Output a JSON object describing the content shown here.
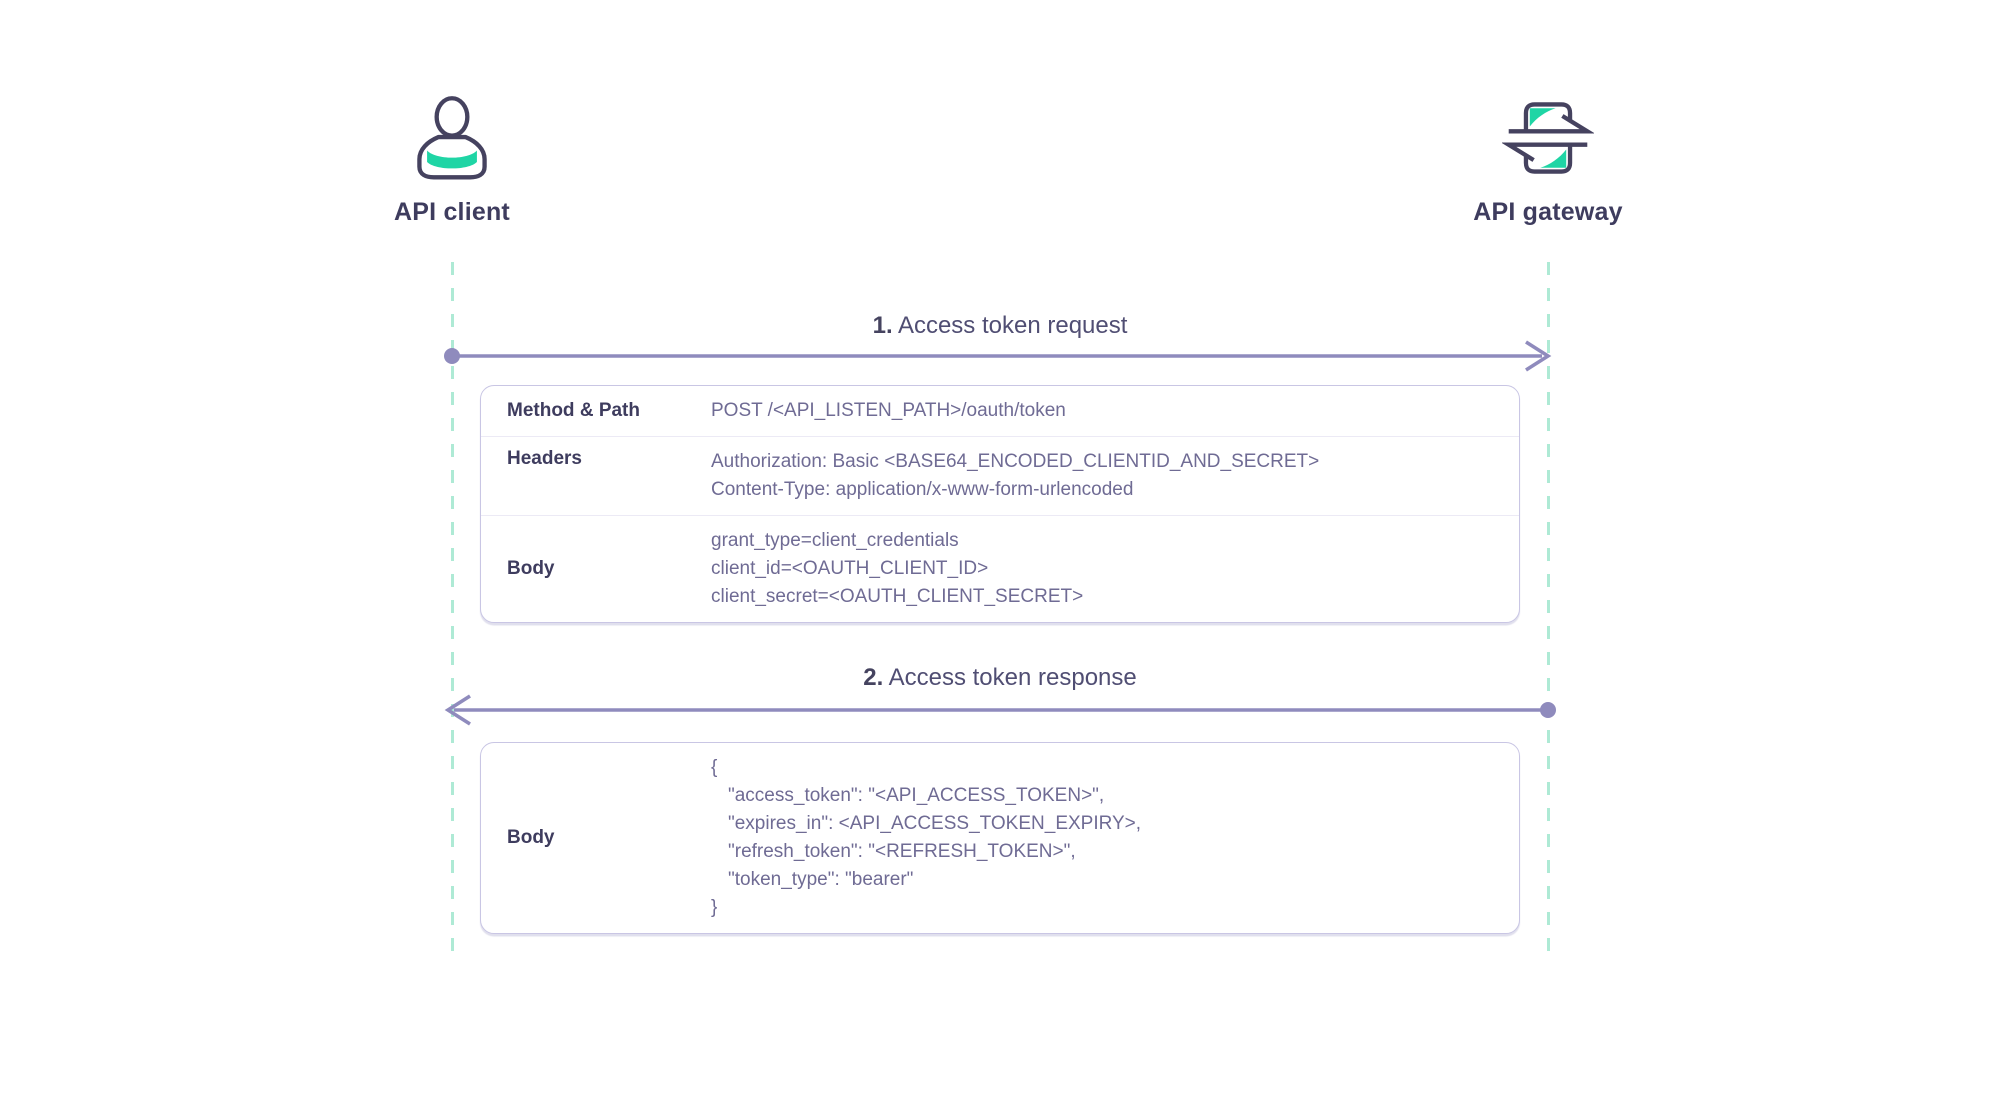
{
  "diagram": {
    "kind": "sequence-diagram",
    "background": "#ffffff"
  },
  "actors": {
    "client": {
      "label": "API client",
      "icon": "user-icon"
    },
    "gateway": {
      "label": "API gateway",
      "icon": "gateway-icon"
    }
  },
  "flow": {
    "step1": {
      "number": "1.",
      "title": " Access token request",
      "direction": "client-to-gateway",
      "table": {
        "method_path": {
          "label": "Method & Path",
          "value": "POST /<API_LISTEN_PATH>/oauth/token"
        },
        "headers": {
          "label": "Headers",
          "line1": "Authorization: Basic <BASE64_ENCODED_CLIENTID_AND_SECRET>",
          "line2": "Content-Type: application/x-www-form-urlencoded"
        },
        "body": {
          "label": "Body",
          "line1": "grant_type=client_credentials",
          "line2": "client_id=<OAUTH_CLIENT_ID>",
          "line3": "client_secret=<OAUTH_CLIENT_SECRET>"
        }
      }
    },
    "step2": {
      "number": "2.",
      "title": " Access token response",
      "direction": "gateway-to-client",
      "table": {
        "body": {
          "label": "Body",
          "line1": "{",
          "line2": "\"access_token\": \"<API_ACCESS_TOKEN>\",",
          "line3": "\"expires_in\": <API_ACCESS_TOKEN_EXPIRY>,",
          "line4": "\"refresh_token\": \"<REFRESH_TOKEN>\",",
          "line5": "\"token_type\": \"bearer\"",
          "line6": "}"
        }
      }
    }
  },
  "colors": {
    "ink": "#3e3c5e",
    "value_text": "#6f6b94",
    "arrow": "#8f8bbd",
    "lifeline": "#aeead5",
    "teal_accent": "#1fd5a5",
    "table_border": "#c9c6e4",
    "row_divider": "#eceaf5"
  }
}
